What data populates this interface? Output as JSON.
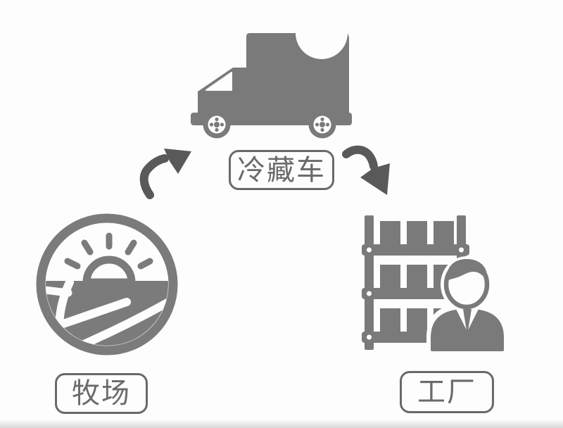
{
  "diagram": {
    "title_hint": "cold-chain flow: farm to refrigerated truck to factory",
    "nodes": [
      {
        "id": "farm",
        "label": "牧场",
        "icon": "farm-icon"
      },
      {
        "id": "truck",
        "label": "冷藏车",
        "icon": "refrigerated-truck-icon"
      },
      {
        "id": "factory",
        "label": "工厂",
        "icon": "factory-warehouse-icon"
      }
    ],
    "edges": [
      {
        "from": "farm",
        "to": "truck",
        "style": "curved-arrow-up-right"
      },
      {
        "from": "truck",
        "to": "factory",
        "style": "curved-arrow-down-right"
      }
    ],
    "colors": {
      "icon_gray": "#7a7a7a",
      "arrow_gray": "#595959",
      "label_border": "#696969",
      "label_text": "#6b6b6b",
      "background": "#fdfdfd"
    }
  }
}
